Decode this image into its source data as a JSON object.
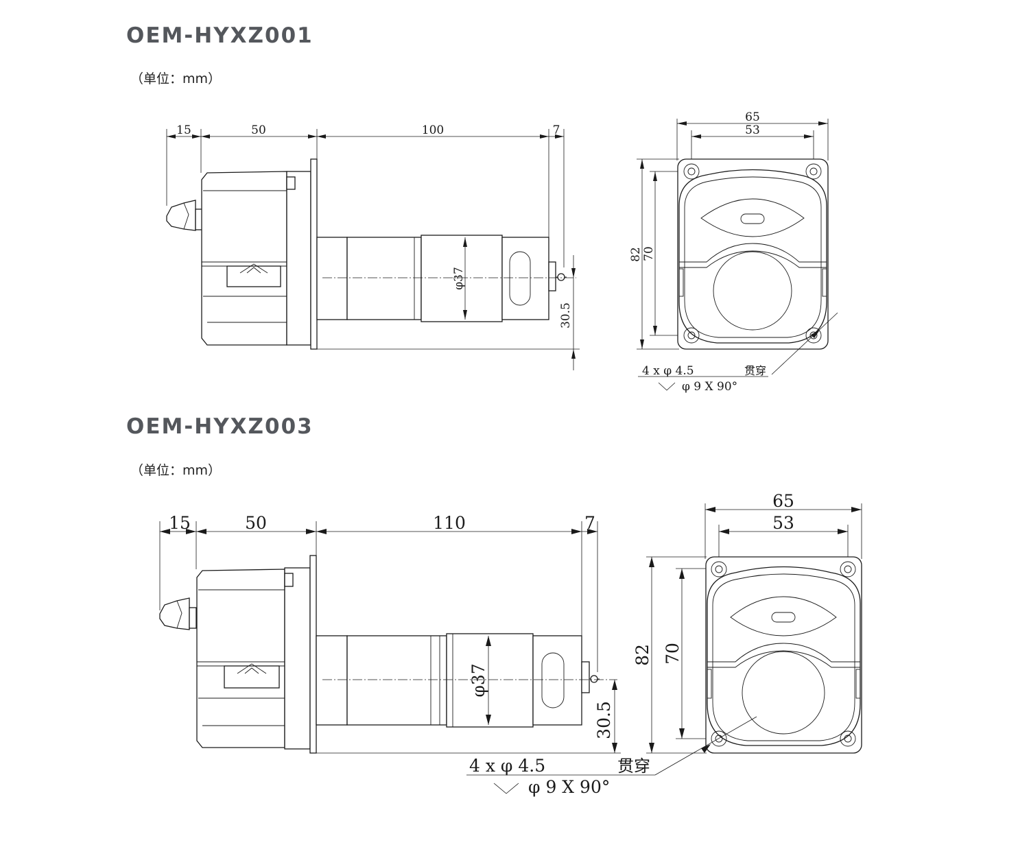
{
  "drawings": [
    {
      "model": "OEM-HYXZ001",
      "unit": "（单位：mm）",
      "side_view": {
        "dims": [
          "15",
          "50",
          "100",
          "7"
        ],
        "diameter": "φ37",
        "shaft_height": "30.5"
      },
      "front_view": {
        "width_outer": "65",
        "width_inner": "53",
        "height_outer": "82",
        "height_inner": "70",
        "hole_note": "4 x  φ  4.5",
        "hole_note_suffix": "贯穿",
        "countersink_note": "φ  9  X  90°"
      }
    },
    {
      "model": "OEM-HYXZ003",
      "unit": "（单位：mm）",
      "side_view": {
        "dims": [
          "15",
          "50",
          "110",
          "7"
        ],
        "diameter": "φ37",
        "shaft_height": "30.5"
      },
      "front_view": {
        "width_outer": "65",
        "width_inner": "53",
        "height_outer": "82",
        "height_inner": "70",
        "hole_note": "4  x   φ   4.5",
        "hole_note_suffix": "贯穿",
        "countersink_note": "φ   9   X  90°"
      }
    }
  ]
}
